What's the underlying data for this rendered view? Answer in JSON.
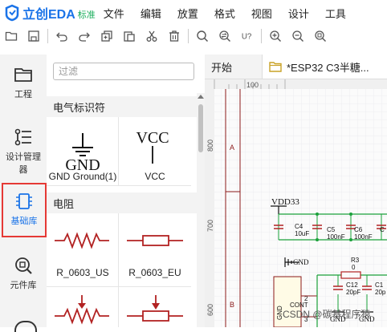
{
  "app": {
    "logo_text": "立创EDA",
    "logo_badge": "标准",
    "brand_color": "#1a73e8",
    "badge_color": "#1aad5b"
  },
  "menu": {
    "items": [
      "文件",
      "编辑",
      "放置",
      "格式",
      "视图",
      "设计",
      "工具"
    ]
  },
  "toolbar": {
    "icons": [
      "open-folder-icon",
      "save-icon",
      "undo-icon",
      "redo-icon",
      "copy-icon",
      "paste-icon",
      "cut-icon",
      "delete-icon",
      "search-icon",
      "find-replace-icon",
      "find-similar-icon",
      "zoom-in-icon",
      "zoom-out-icon",
      "zoom-fit-icon"
    ],
    "find_similar_text": "U?"
  },
  "left_rail": {
    "items": [
      {
        "label": "工程",
        "icon": "project-folder-icon"
      },
      {
        "label": "设计管理器",
        "icon": "design-manager-icon"
      },
      {
        "label": "基础库",
        "icon": "basic-library-chip-icon",
        "active": true
      },
      {
        "label": "元件库",
        "icon": "component-library-icon"
      }
    ],
    "active_color": "#e53935"
  },
  "library": {
    "filter_placeholder": "过滤",
    "categories": [
      {
        "title": "电气标识符",
        "items": [
          {
            "label": "GND Ground(1)",
            "symbol_text": "GND"
          },
          {
            "label": "VCC",
            "symbol_text": "VCC"
          }
        ]
      },
      {
        "title": "电阻",
        "items": [
          {
            "label": "R_0603_US"
          },
          {
            "label": "R_0603_EU"
          },
          {
            "label": ""
          },
          {
            "label": ""
          }
        ]
      }
    ]
  },
  "tabs": {
    "start": "开始",
    "document": "*ESP32 C3半糖..."
  },
  "schematic": {
    "ruler_ticks_top": [
      "100"
    ],
    "ruler_ticks_left": [
      "800",
      "700",
      "600"
    ],
    "zone_labels": [
      "A",
      "B"
    ],
    "net_labels": [
      "VDD33",
      "GND",
      "GND",
      "GND"
    ],
    "components": [
      {
        "ref": "C4",
        "value": "10uF"
      },
      {
        "ref": "C5",
        "value": "100nF"
      },
      {
        "ref": "C6",
        "value": "100nF"
      },
      {
        "ref": "C",
        "value": ""
      },
      {
        "ref": "R3",
        "value": "0"
      },
      {
        "ref": "C12",
        "value": "20pF"
      },
      {
        "ref": "C1",
        "value": "20p"
      }
    ],
    "pin_texts": [
      "GND",
      "CONT",
      "2",
      "3"
    ]
  },
  "watermark": "CSDN @碳基程序猿"
}
